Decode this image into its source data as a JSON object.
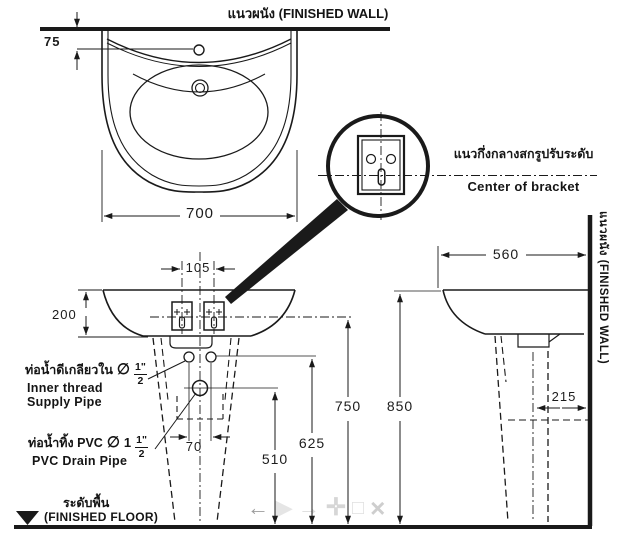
{
  "labels": {
    "finished_wall": "แนวผนัง  (FINISHED WALL)",
    "bracket_center_th": "แนวกึ่งกลางสกรูปรับระดับ",
    "bracket_center_en": "Center of bracket",
    "supply_pipe_th": "ท่อน้ำดีเกลียวใน",
    "supply_pipe_en_line1": "Inner thread",
    "supply_pipe_en_line2": "Supply Pipe",
    "drain_pipe_th": "ท่อน้ำทิ้ง PVC",
    "drain_pipe_en": "PVC Drain Pipe",
    "floor_th": "ระดับพื้น",
    "floor_en": "(FINISHED FLOOR)",
    "diameter_symbol": "∅",
    "supply_size_numerator": "1\"",
    "supply_size_denominator": "2",
    "drain_size_whole": "1",
    "drain_size_numerator": "1\"",
    "drain_size_denominator": "2"
  },
  "dimensions_mm": {
    "faucet_hole_to_wall": "75",
    "basin_width": "700",
    "bracket_screw_spacing": "105",
    "basin_front_height": "200",
    "supply_pipe_spacing": "70",
    "drain_height": "510",
    "supply_height": "625",
    "bracket_height": "750",
    "rim_height": "850",
    "basin_depth": "560",
    "drain_to_wall": "215"
  },
  "viewer_icons": [
    {
      "name": "back-icon",
      "glyph": "←"
    },
    {
      "name": "play-icon",
      "glyph": "▶"
    },
    {
      "name": "forward-icon",
      "glyph": "→"
    },
    {
      "name": "move-icon",
      "glyph": "✛"
    },
    {
      "name": "edit-icon",
      "glyph": "□"
    },
    {
      "name": "close-icon",
      "glyph": "×"
    }
  ],
  "line_color": "#1a1a1a"
}
